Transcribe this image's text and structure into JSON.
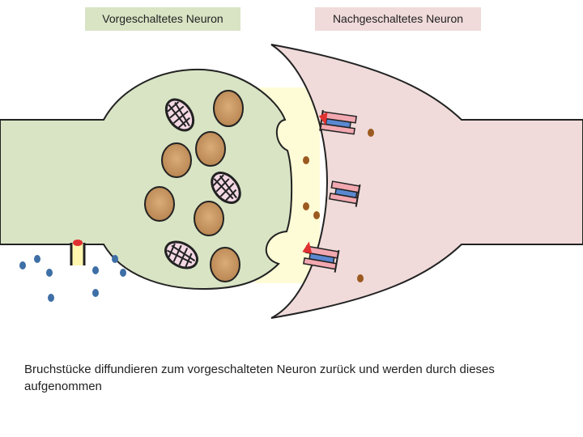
{
  "labels": {
    "presynaptic": "Vorgeschaltetes Neuron",
    "postsynaptic": "Nachgeschaltetes Neuron"
  },
  "caption": "Bruchstücke diffundieren zum vorgeschalteten Neuron zurück und werden durch dieses aufgenommen",
  "colors": {
    "presynaptic_fill": "#d8e4c4",
    "postsynaptic_fill": "#f0dada",
    "synaptic_cleft": "#fefcd6",
    "vesicle": "#c89660",
    "neurotransmitter_fragment": "#9b5a20",
    "reuptake_particle": "#3e6fa6",
    "receptor_red": "#e03030"
  }
}
